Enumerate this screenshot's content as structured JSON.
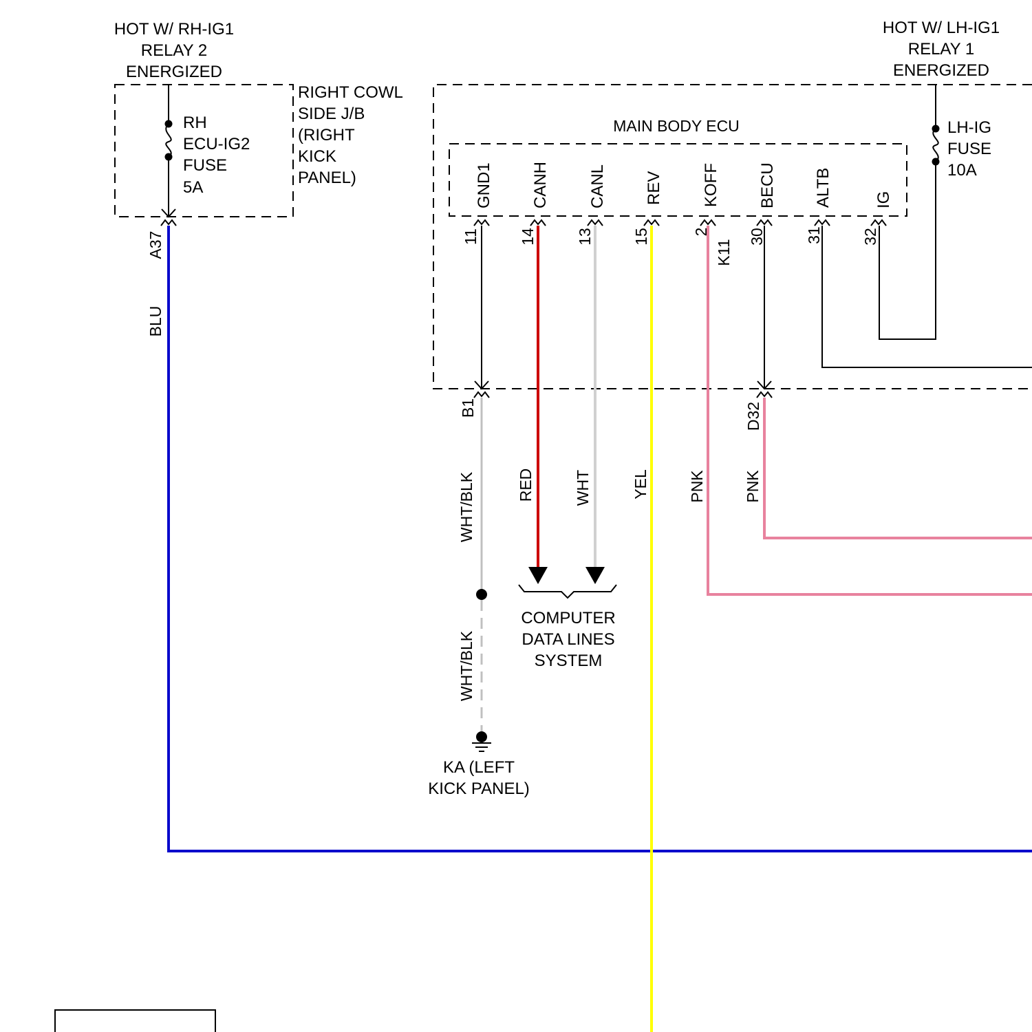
{
  "colors": {
    "blu": "#0a0acc",
    "red": "#cc0000",
    "wht": "#d0d0d0",
    "yel": "#ffff00",
    "pnk": "#e8829e",
    "wht_blk": "#c0c0c0",
    "black": "#000000"
  },
  "rh_supply": {
    "hot_line1": "HOT W/ RH-IG1",
    "hot_line2": "RELAY 2",
    "hot_line3": "ENERGIZED",
    "fuse_line1": "RH",
    "fuse_line2": "ECU-IG2",
    "fuse_line3": "FUSE",
    "fuse_line4": "5A",
    "jb_line1": "RIGHT COWL",
    "jb_line2": "SIDE J/B",
    "jb_line3": "(RIGHT",
    "jb_line4": "KICK",
    "jb_line5": "PANEL)",
    "connector": "A37",
    "wire_color": "BLU"
  },
  "lh_supply": {
    "hot_line1": "HOT W/ LH-IG1",
    "hot_line2": "RELAY 1",
    "hot_line3": "ENERGIZED",
    "fuse_line1": "LH-IG",
    "fuse_line2": "FUSE",
    "fuse_line3": "10A"
  },
  "ecu": {
    "title": "MAIN BODY ECU",
    "pins": [
      {
        "name": "GND1",
        "pin": "11"
      },
      {
        "name": "CANH",
        "pin": "14"
      },
      {
        "name": "CANL",
        "pin": "13"
      },
      {
        "name": "REV",
        "pin": "15"
      },
      {
        "name": "KOFF",
        "pin": "2"
      },
      {
        "name": "BECU",
        "pin": "30"
      },
      {
        "name": "ALTB",
        "pin": "31"
      },
      {
        "name": "IG",
        "pin": "32"
      }
    ],
    "koff_connector": "K11",
    "gnd_connector": "B1",
    "becu_connector": "D32"
  },
  "wires": {
    "gnd": "WHT/BLK",
    "gnd_lower": "WHT/BLK",
    "canh": "RED",
    "canl": "WHT",
    "rev": "YEL",
    "koff": "PNK",
    "becu": "PNK"
  },
  "data_lines": {
    "line1": "COMPUTER",
    "line2": "DATA LINES",
    "line3": "SYSTEM"
  },
  "ground": {
    "line1": "KA (LEFT",
    "line2": "KICK PANEL)"
  }
}
